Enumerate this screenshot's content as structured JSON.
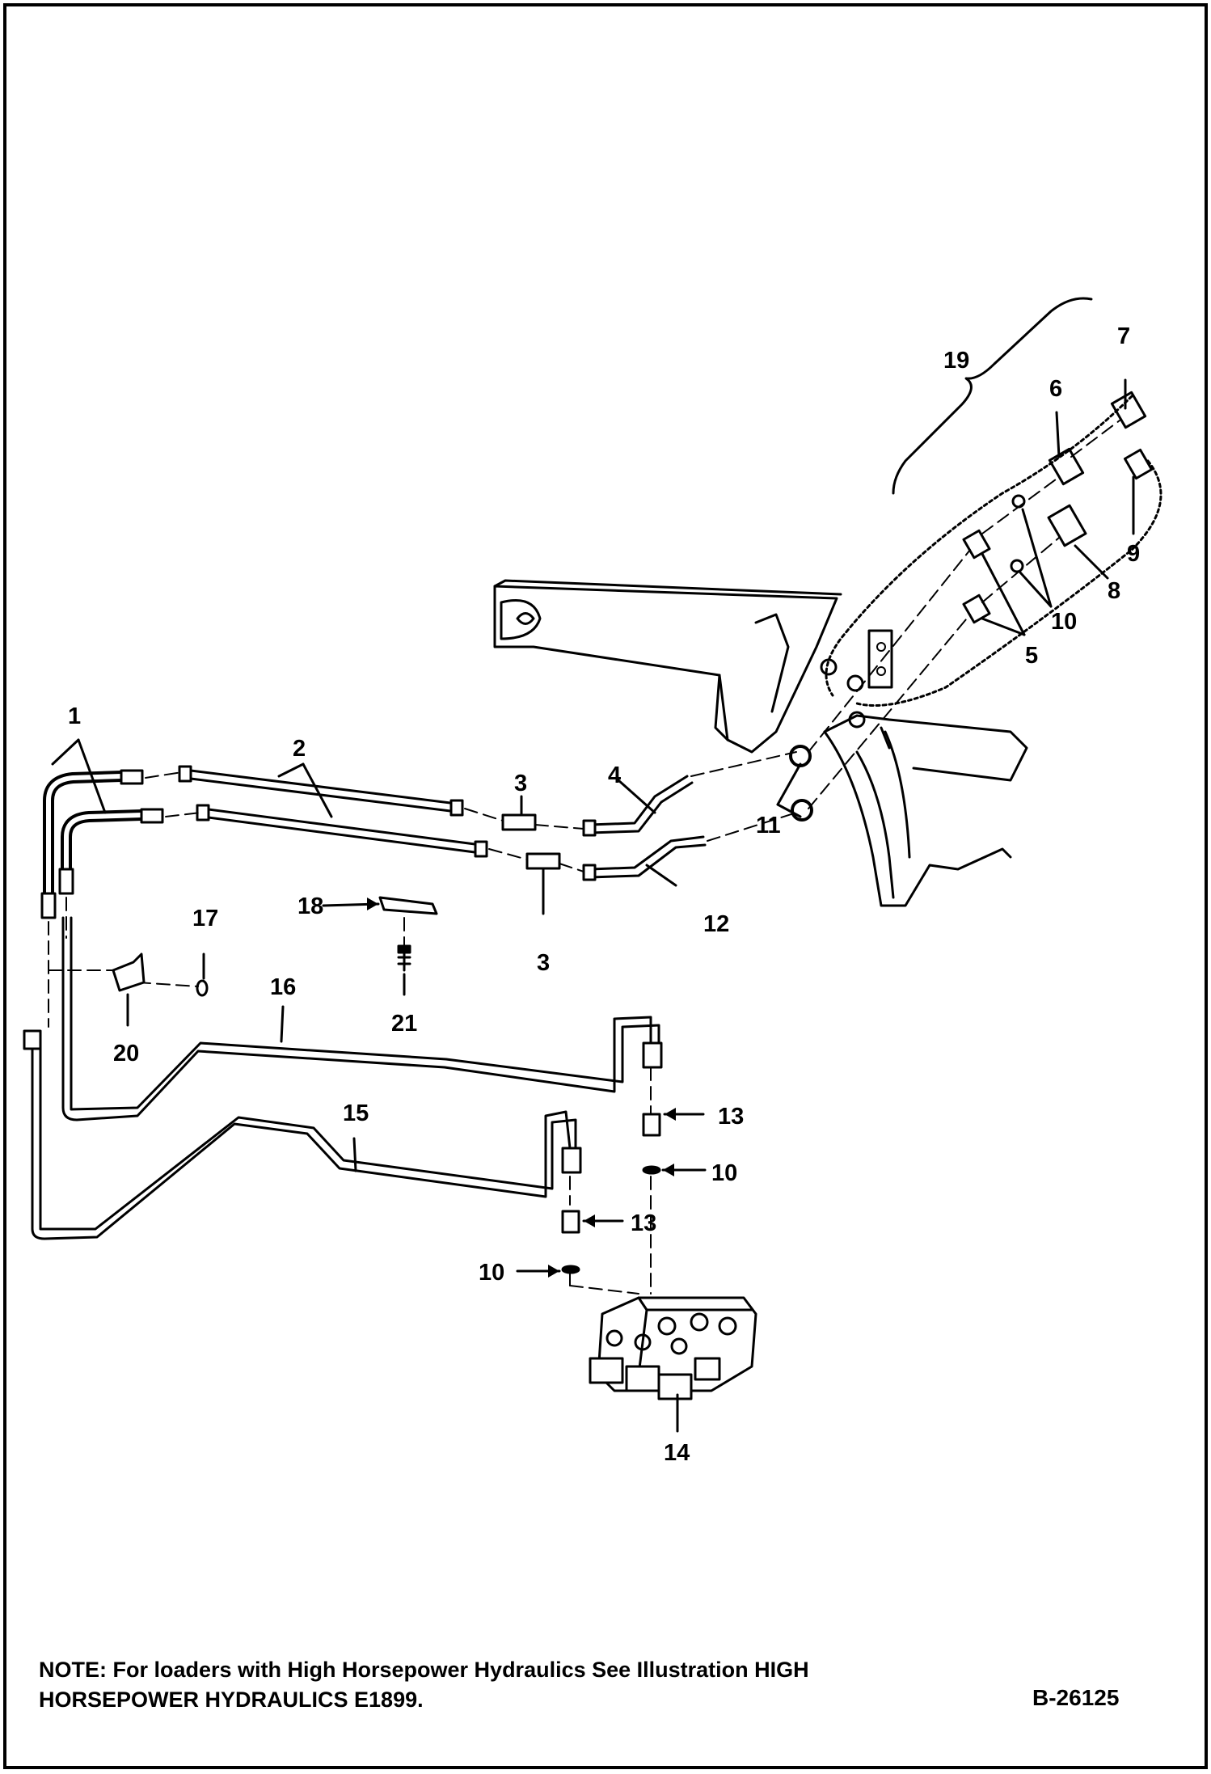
{
  "callouts": {
    "c1": "1",
    "c2": "2",
    "c3a": "3",
    "c3b": "3",
    "c4": "4",
    "c5": "5",
    "c6": "6",
    "c7": "7",
    "c8": "8",
    "c9": "9",
    "c10a": "10",
    "c10b": "10",
    "c10c": "10",
    "c11": "11",
    "c12": "12",
    "c13a": "13",
    "c13b": "13",
    "c14": "14",
    "c15": "15",
    "c16": "16",
    "c17": "17",
    "c18": "18",
    "c19": "19",
    "c20": "20",
    "c21": "21"
  },
  "note": {
    "line1": "NOTE: For loaders with High Horsepower Hydraulics See Illustration HIGH",
    "line2": "HORSEPOWER HYDRAULICS E1899."
  },
  "drawing_code": "B-26125"
}
